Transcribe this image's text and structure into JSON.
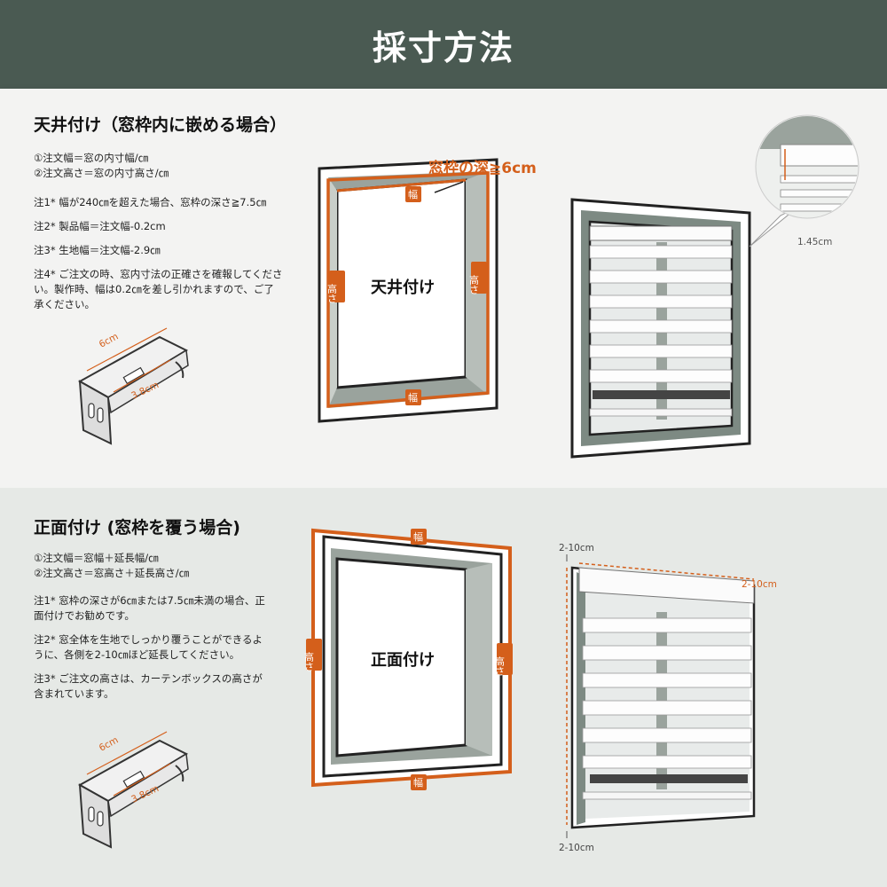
{
  "header": {
    "title": "採寸方法"
  },
  "colors": {
    "header_bg": "#4a5a52",
    "accent": "#d45f1b",
    "frame": "#222222",
    "wall_gray": "#9aa39d"
  },
  "section1": {
    "title": "天井付け（窓枠内に嵌める場合）",
    "line1": "①注文幅＝窓の内寸幅/㎝",
    "line2": "②注文高さ＝窓の内寸高さ/㎝",
    "note1": "注1* 幅が240㎝を超えた場合、窓枠の深さ≧7.5㎝",
    "note2": "注2* 製品幅＝注文幅-0.2cm",
    "note3": "注3* 生地幅＝注文幅-2.9㎝",
    "note4": "注4* ご注文の時、窓内寸法の正確さを確報してください。製作時、幅は0.2㎝を差し引かれますので、ご了承ください。",
    "bracket_w": "6cm",
    "bracket_d": "3.8cm",
    "depth_label": "窓枠の深≧6cm",
    "width_tag": "幅",
    "height_tag": "高さ",
    "center_label": "天井付け",
    "zoom_size": "1.45cm"
  },
  "section2": {
    "title": "正面付け (窓枠を覆う場合)",
    "line1": "①注文幅＝窓幅＋延長幅/㎝",
    "line2": "②注文高さ＝窓高さ＋延長高さ/㎝",
    "note1": "注1* 窓枠の深さが6㎝または7.5㎝未満の場合、正面付けでお勧めです。",
    "note2": "注2* 窓全体を生地でしっかり覆うことができるように、各側を2-10㎝ほど延長してください。",
    "note3": "注3* ご注文の高さは、カーテンボックスの高さが含まれています。",
    "bracket_w": "6cm",
    "bracket_d": "3.8cm",
    "width_tag": "幅",
    "height_tag": "高さ",
    "center_label": "正面付け",
    "ext_top_left": "2-10cm",
    "ext_right": "2-10cm",
    "ext_bottom": "2-10cm"
  }
}
